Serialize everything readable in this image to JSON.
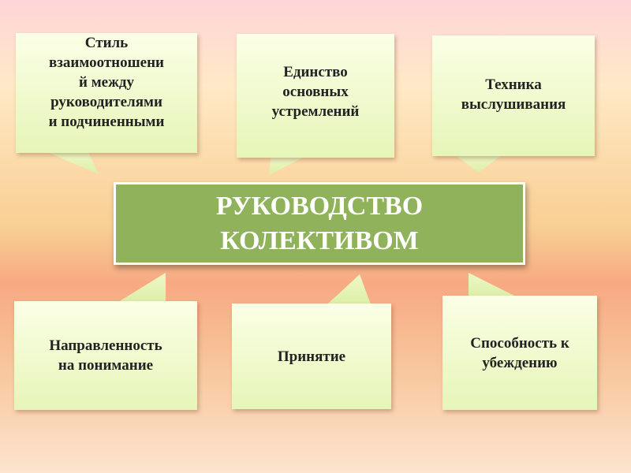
{
  "center": {
    "text": "РУКОВОДСТВО\nКОЛЕКТИВОМ"
  },
  "boxes": {
    "top_left": "Стиль\nвзаимоотношени\nй между\nруководителями\nи подчиненными",
    "top_center": "Единство\nосновных\nустремлений",
    "top_right": "Техника\nвыслушивания",
    "bottom_left": "Направленность\nна понимание",
    "bottom_center": "Принятие",
    "bottom_right": "Способность к\nубеждению"
  },
  "colors": {
    "center_fill": "#8fb25a",
    "box_fill_top": "#fbffe6",
    "box_fill_bottom": "#e6f5b8",
    "text_dark": "#222222",
    "text_light": "#ffffff"
  }
}
